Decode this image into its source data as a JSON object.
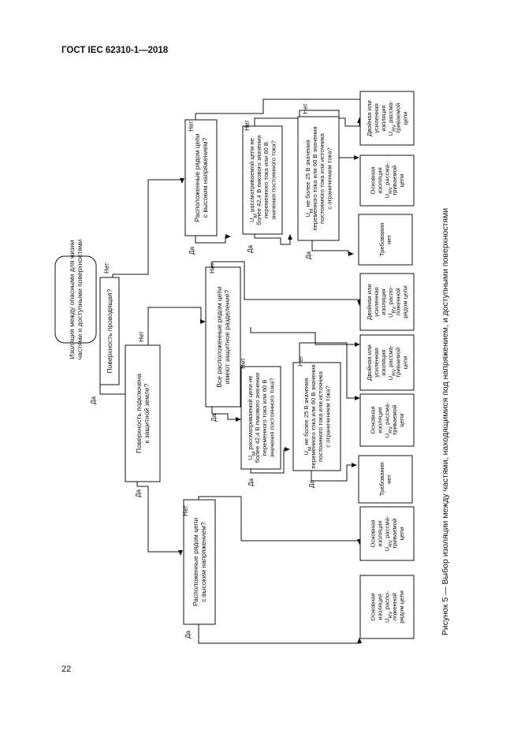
{
  "header": {
    "standard": "ГОСТ IEC 62310-1—2018"
  },
  "page_number": "22",
  "caption": "Рисунок 5 — Выбор изоляции между частями, находящимися под напряжением, и доступными поверхностями",
  "flow": {
    "start": "Изоляция между опасными для жизни частями и доступными поверхностями",
    "yes": "Да",
    "no": "Нет",
    "q_conductive": "Поверхность проводящая?",
    "q_earthed": "Поверхность подключена к защитной земле?",
    "q_near_hv": "Расположенные рядом цепи с высоким напряжением?",
    "q_protective_sep": "Все расположенные рядом цепи имеют защитное разделение?",
    "q_um_not_exceed": "U_M рассматриваемой цепи не более 42,4 В пикового значения переменного тока или 60 В значения постоянного тока?",
    "q_um_25v": "U_M не более 25 В значения переменного тока или 60 В значения постоянного тока или источника с ограничением тока?",
    "r_basic_nearby": "Основная изоляция U_RV расположенной рядом цепи",
    "r_basic_considered": "Основная изоляция U_RV рассматриваемой цепи",
    "r_double_nearby": "Двойная или усиленная изоляция U_RV расположенной рядом цепи",
    "r_double_considered": "Двойная или усиленная изоляция U_RV рассматриваемой цепи",
    "r_no_req": "Требования нет",
    "r_basic_nearby_lines": [
      "Основная",
      "изоляция",
      "U_RV распо-",
      "ложенной",
      "рядом цепи"
    ],
    "r_basic_considered_lines": [
      "Основная",
      "изоляция",
      "U_RV рассма-",
      "триваемой",
      "цепи"
    ],
    "r_double_nearby_lines": [
      "Двойная или",
      "усиленная",
      "изоляция",
      "U_RV распо-",
      "ложенной",
      "рядом цепи"
    ],
    "r_double_considered_lines": [
      "Двойная или",
      "усиленная",
      "изоляция",
      "U_RV рассма-",
      "триваемой",
      "цепи"
    ],
    "r_no_req_lines": [
      "Требования",
      "нет"
    ],
    "start_lines": [
      "Изоляция между опасными для жизни",
      "частями и доступными поверхностями"
    ],
    "q_conductive_lines": [
      "Поверхность проводящая?"
    ],
    "q_earthed_lines": [
      "Поверхность подключена",
      "к защитной земле?"
    ],
    "q_near_hv_lines": [
      "Расположенные рядом цепи",
      "с высоким напряжением?"
    ],
    "q_protective_sep_lines": [
      "Все расположенные рядом цепи",
      "имеют защитное разделение?"
    ],
    "q_um_not_exceed_lines": [
      "U_M рассматриваемой цепи не",
      "более 42,4 В пикового значения",
      "переменного тока или 60 В",
      "значения постоянного тока?"
    ],
    "q_um_25v_lines": [
      "U_M не более 25 В значения",
      "переменного тока или 60 В значения",
      "постоянного тока или источника",
      "с ограничением тока?"
    ]
  }
}
